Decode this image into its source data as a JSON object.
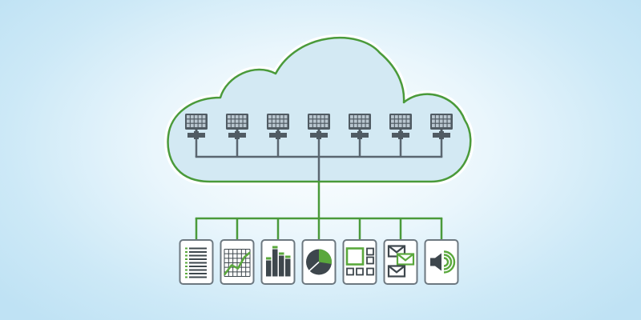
{
  "diagram": {
    "colors": {
      "cloud_stroke": "#4a9a3a",
      "cloud_fill": "#d3e9f3",
      "cloud_halo": "#ffffff",
      "connector_gray": "#5a6670",
      "connector_green": "#4a9a3a",
      "server_dark": "#505b63",
      "server_cell": "#b9c6cf",
      "tile_border": "#6d7880",
      "tile_fill": "#ffffff",
      "accent_green": "#5aa83c",
      "icon_dark": "#3e474d"
    },
    "servers": [
      {
        "id": "server-1"
      },
      {
        "id": "server-2"
      },
      {
        "id": "server-3"
      },
      {
        "id": "server-4"
      },
      {
        "id": "server-5"
      },
      {
        "id": "server-6"
      },
      {
        "id": "server-7"
      }
    ],
    "apps": [
      {
        "icon": "document-list-icon"
      },
      {
        "icon": "line-chart-icon"
      },
      {
        "icon": "bar-chart-icon"
      },
      {
        "icon": "pie-chart-icon"
      },
      {
        "icon": "grid-tiles-icon"
      },
      {
        "icon": "mail-icon"
      },
      {
        "icon": "speaker-icon"
      }
    ]
  }
}
